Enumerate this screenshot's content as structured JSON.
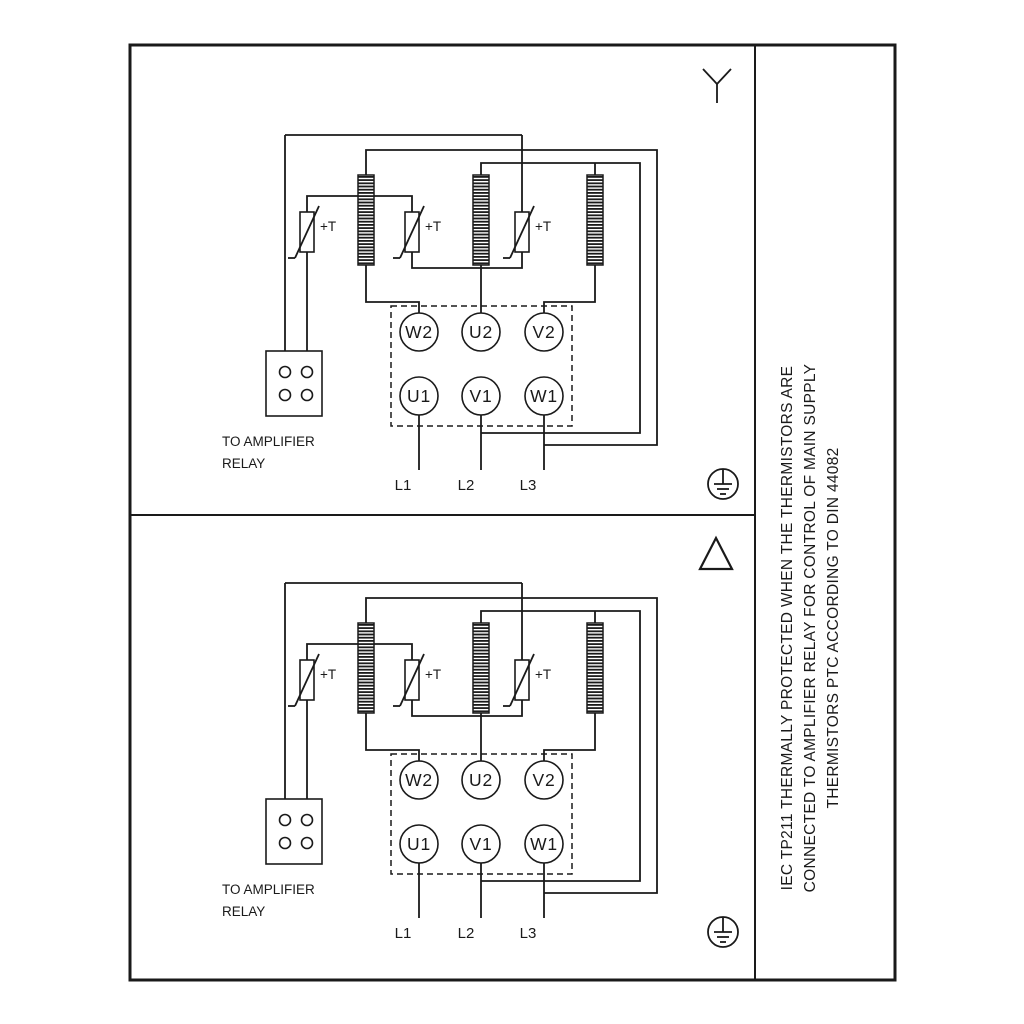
{
  "diagram": {
    "thermistor_label": "+T",
    "terminals_top": [
      "W2",
      "U2",
      "V2"
    ],
    "terminals_bottom": [
      "U1",
      "V1",
      "W1"
    ],
    "relay_caption": [
      "TO AMPLIFIER",
      "RELAY"
    ],
    "supply_labels": [
      "L1",
      "L2",
      "L3"
    ],
    "panels": [
      {
        "name": "star-connection",
        "symbol": "star"
      },
      {
        "name": "delta-connection",
        "symbol": "delta"
      }
    ]
  },
  "side_note": {
    "lines": [
      "IEC TP211 THERMALLY PROTECTED WHEN THE THERMISTORS ARE",
      "CONNECTED TO AMPLIFIER RELAY FOR CONTROL OF MAIN SUPPLY",
      "THERMISTORS PTC ACCORDING TO DIN 44082"
    ]
  },
  "colors": {
    "line": "#1a1a1a",
    "background": "#ffffff"
  }
}
